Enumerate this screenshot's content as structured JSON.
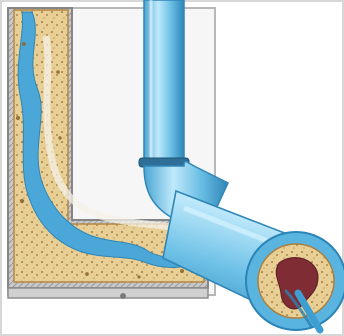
{
  "figure": {
    "subject": "clogged-pipe-illustration",
    "colors": {
      "pipe_blue": "#5bb4dc",
      "pipe_blue_dark": "#2f86b7",
      "pipe_blue_light": "#a9def4",
      "deposit": "#e8cf95",
      "deposit_dark": "#b48948",
      "water": "#4aa7d8",
      "cut_rust": "#7f2c35",
      "outer_wall": "#8a8a8a",
      "frame_gray": "#b8b8b8"
    },
    "parts": [
      "cutaway-elbow-pipe",
      "clean-vertical-pipe",
      "pipe-clamp",
      "angled-pipe",
      "pipe-cross-section"
    ]
  }
}
